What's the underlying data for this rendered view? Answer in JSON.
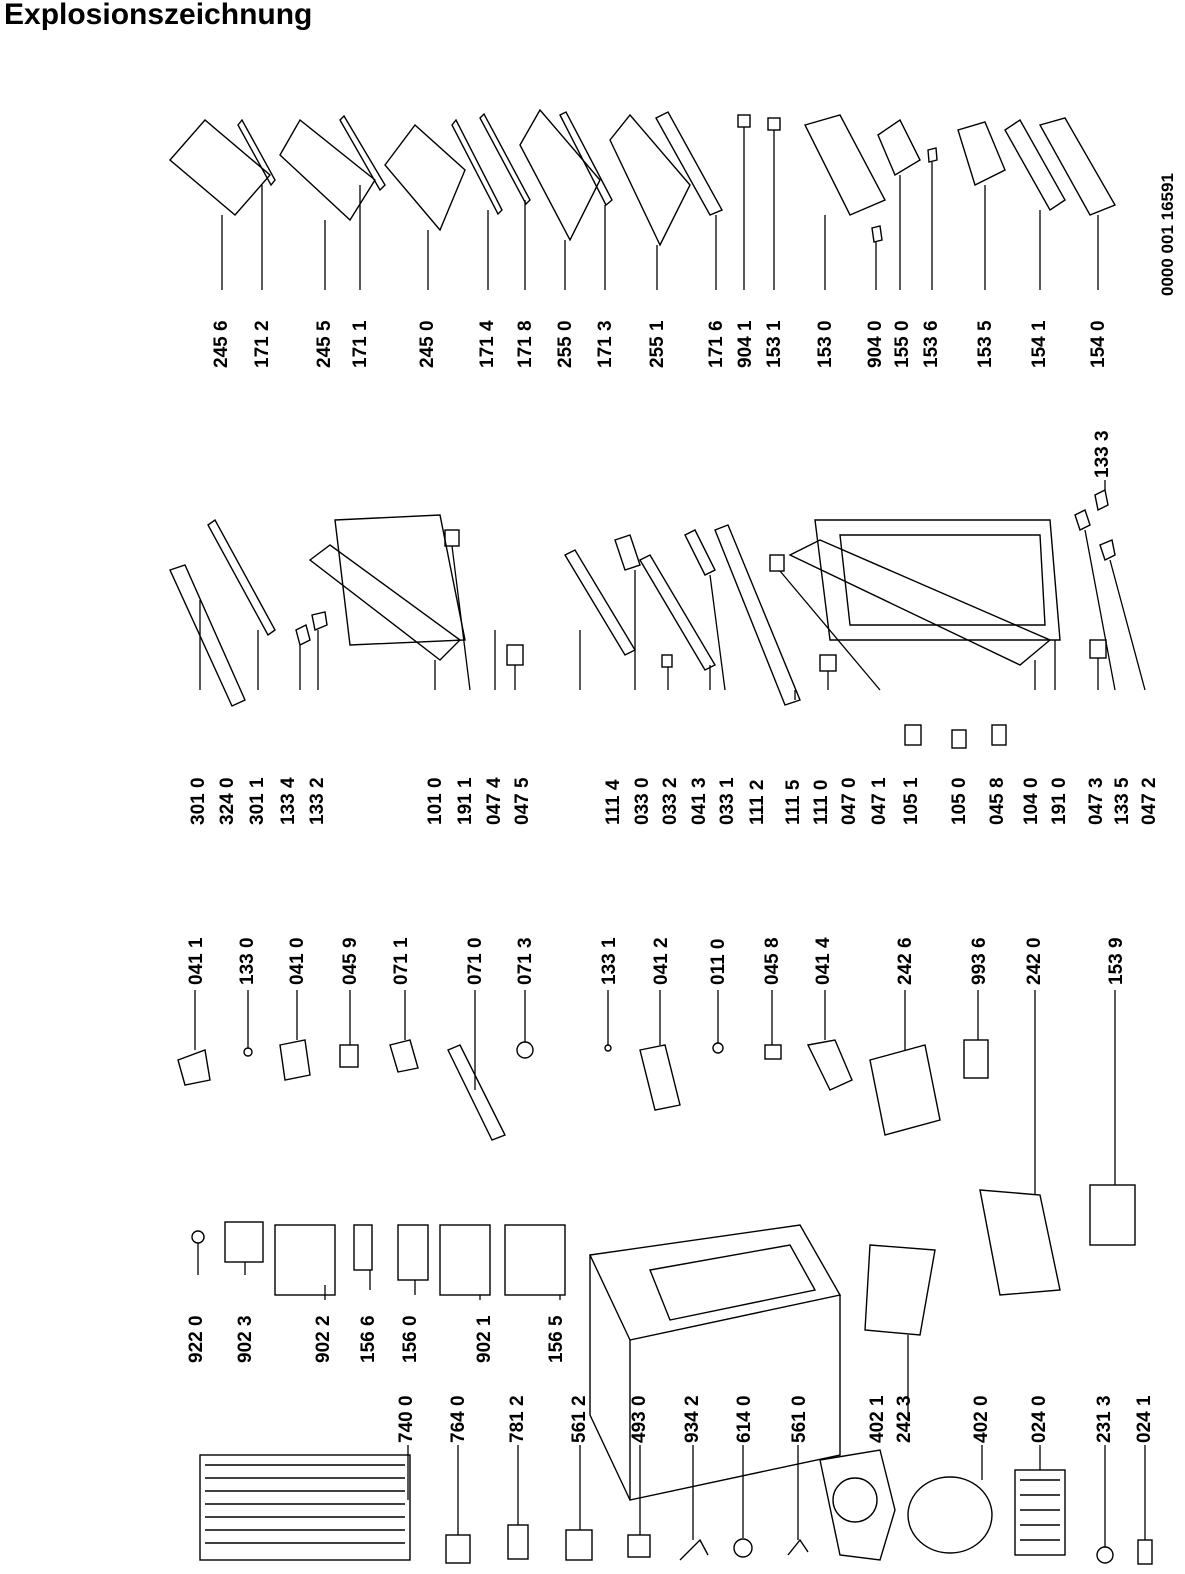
{
  "title": "Explosionszeichnung",
  "drawing_number": "0000 001 16591",
  "columns": {
    "col1": [
      "740 0",
      "764 0",
      "781 2",
      "561 2",
      "493 0",
      "934 2",
      "614 0",
      "561 0",
      "402 1",
      "242 3",
      "402 0",
      "024 0",
      "231 3",
      "024 1"
    ],
    "col2": [
      "922 0",
      "902 3",
      "902 2",
      "156 6",
      "156 0",
      "902 1",
      "156 5"
    ],
    "col3": [
      "041 1",
      "133 0",
      "041 0",
      "045 9",
      "071 1",
      "071 0",
      "071 3",
      "133 1",
      "041 2",
      "011 0",
      "045 8",
      "041 4",
      "242 6",
      "993 6",
      "242 0",
      "153 9"
    ],
    "col4": [
      "301 0",
      "324 0",
      "301 1",
      "133 4",
      "133 2",
      "101 0",
      "191 1",
      "047 4",
      "047 5",
      "111 4",
      "033 0",
      "033 2",
      "041 3",
      "033 1",
      "111 2",
      "111 5",
      "111 0",
      "047 0",
      "047 1",
      "105 1",
      "105 0",
      "045 8",
      "104 0",
      "191 0",
      "047 3",
      "133 5",
      "047 2"
    ],
    "col4b": [
      "133 3"
    ],
    "col5": [
      "245 6",
      "171 2",
      "245 5",
      "171 1",
      "245 0",
      "171 4",
      "171 8",
      "255 0",
      "171 3",
      "255 1",
      "171 6",
      "904 1",
      "153 1",
      "153 0",
      "904 0",
      "155 0",
      "153 6",
      "153 5",
      "154 1",
      "154 0"
    ]
  }
}
